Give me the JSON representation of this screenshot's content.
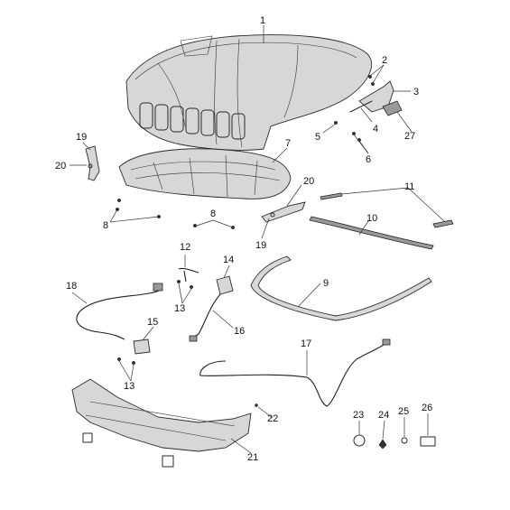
{
  "diagram": {
    "callouts": [
      "1",
      "2",
      "3",
      "4",
      "5",
      "6",
      "7",
      "8",
      "8",
      "9",
      "10",
      "11",
      "12",
      "13",
      "13",
      "14",
      "15",
      "16",
      "17",
      "18",
      "19",
      "19",
      "20",
      "20",
      "21",
      "22",
      "23",
      "24",
      "25",
      "26",
      "27"
    ]
  }
}
